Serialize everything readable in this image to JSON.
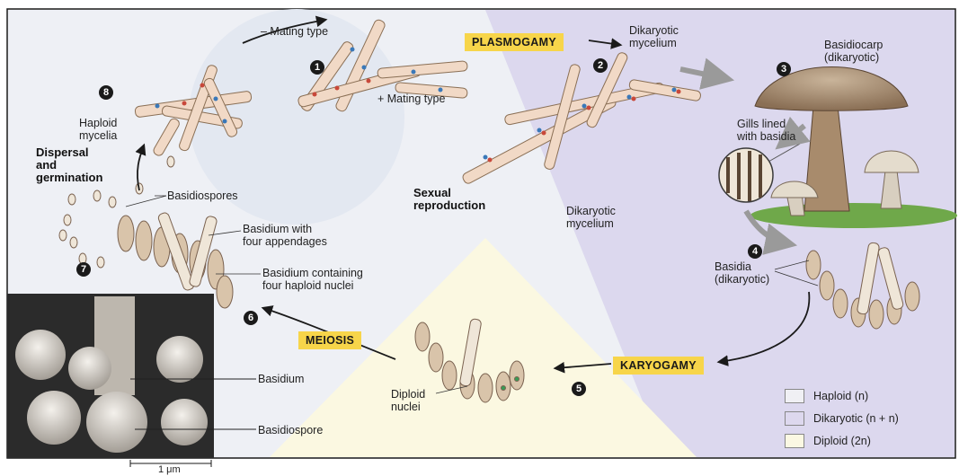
{
  "steps": [
    "1",
    "2",
    "3",
    "4",
    "5",
    "6",
    "7",
    "8"
  ],
  "stages": {
    "plasmogamy": "PLASMOGAMY",
    "karyogamy": "KARYOGAMY",
    "meiosis": "MEIOSIS"
  },
  "labels": {
    "minus_mating": "– Mating type",
    "plus_mating": "+ Mating type",
    "dikaryotic_mycelium_top": "Dikaryotic\nmycelium",
    "basidiocarp": "Basidiocarp\n(dikaryotic)",
    "gills": "Gills lined\nwith basidia",
    "dikaryotic_mycelium_mid": "Dikaryotic\nmycelium",
    "sexual_reproduction": "Sexual\nreproduction",
    "haploid_mycelia": "Haploid\nmycelia",
    "dispersal": "Dispersal\nand\ngermination",
    "basidiospores": "Basidiospores",
    "basidium_four_appendages": "Basidium with\nfour appendages",
    "basidium_haploid_nuclei": "Basidium containing\nfour haploid nuclei",
    "basidia_dikaryotic": "Basidia\n(dikaryotic)",
    "diploid_nuclei": "Diploid\nnuclei",
    "basidium": "Basidium",
    "basidiospore": "Basidiospore",
    "scale": "1 μm"
  },
  "legend": [
    {
      "label": "Haploid (n)",
      "color": "#f0f0f4"
    },
    {
      "label": "Dikaryotic (n + n)",
      "color": "#ddd8ee"
    },
    {
      "label": "Diploid (2n)",
      "color": "#fbf8e3"
    }
  ],
  "colors": {
    "haploid_bg": "#e6eaf2",
    "dikaryotic_bg": "#dcd8ee",
    "diploid_bg": "#fbf8e1",
    "stage_label": "#f7d54a",
    "hypha_fill": "#f1d9c6",
    "nucleus_red": "#c8483a",
    "nucleus_blue": "#3a78b8"
  }
}
